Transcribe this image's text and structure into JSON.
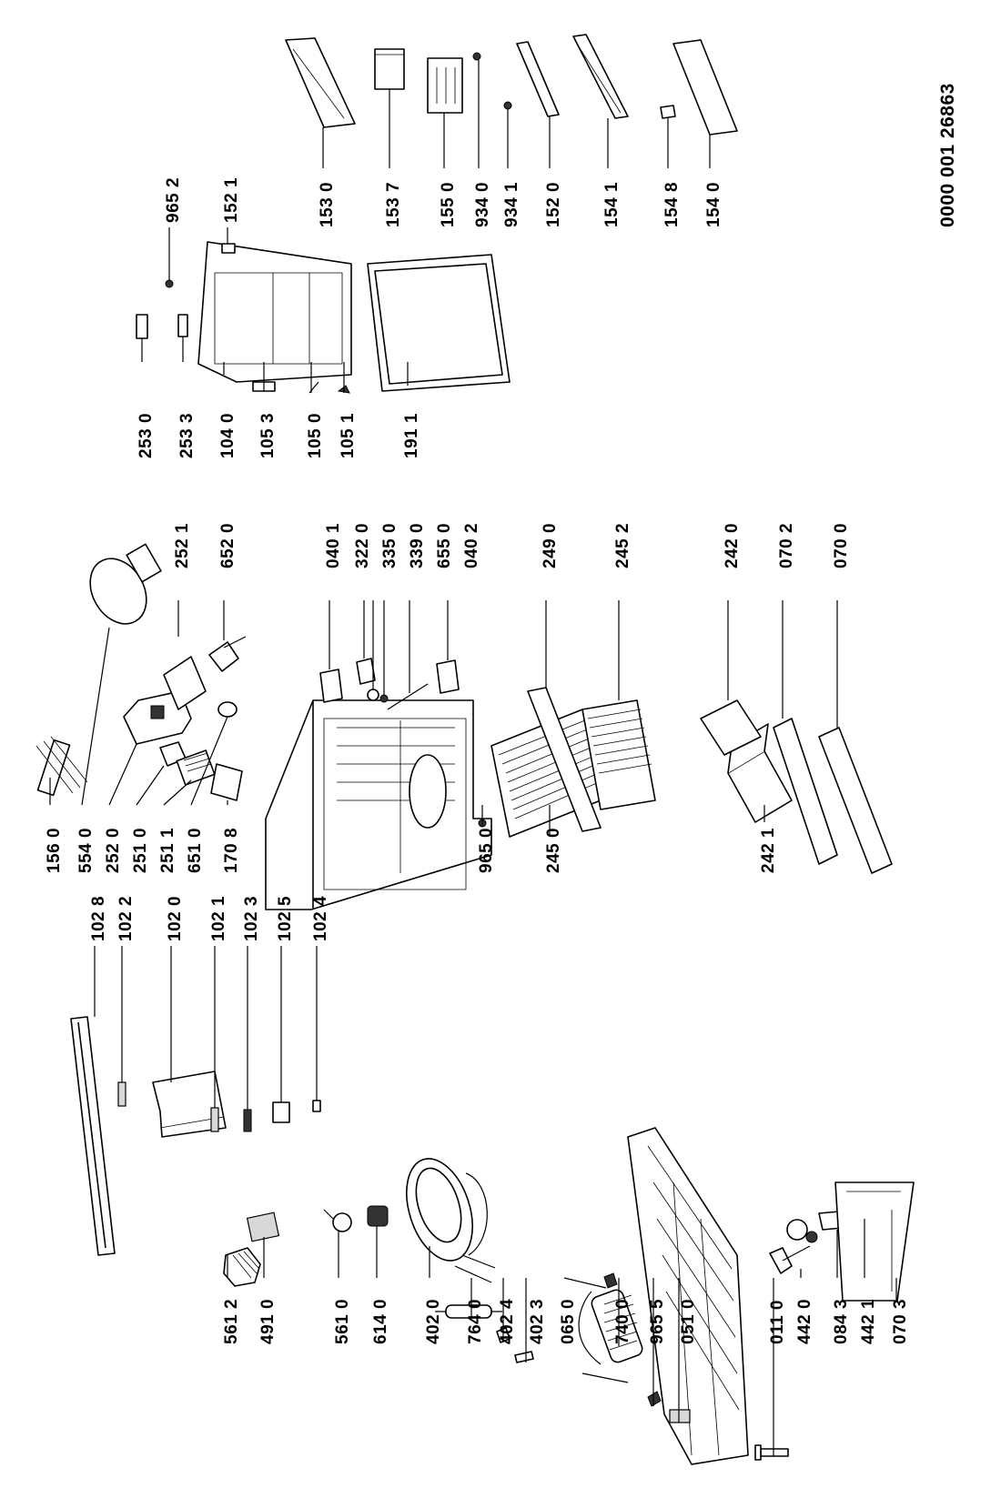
{
  "document_number": "0000 001 26863",
  "parts": [
    {
      "id": "p5612",
      "code": "561 2"
    },
    {
      "id": "p4910",
      "code": "491 0"
    },
    {
      "id": "p5610",
      "code": "561 0"
    },
    {
      "id": "p6140",
      "code": "614 0"
    },
    {
      "id": "p4020",
      "code": "402 0"
    },
    {
      "id": "p7640",
      "code": "764 0"
    },
    {
      "id": "p4024",
      "code": "402 4"
    },
    {
      "id": "p4023",
      "code": "402 3"
    },
    {
      "id": "p0650",
      "code": "065 0"
    },
    {
      "id": "p7400",
      "code": "740 0"
    },
    {
      "id": "p9655",
      "code": "965 5"
    },
    {
      "id": "p0510",
      "code": "051 0"
    },
    {
      "id": "p0110",
      "code": "011 0"
    },
    {
      "id": "p4420",
      "code": "442 0"
    },
    {
      "id": "p0843",
      "code": "084 3"
    },
    {
      "id": "p4421",
      "code": "442 1"
    },
    {
      "id": "p0703",
      "code": "070 3"
    },
    {
      "id": "p1028",
      "code": "102 8"
    },
    {
      "id": "p1022",
      "code": "102 2"
    },
    {
      "id": "p1020",
      "code": "102 0"
    },
    {
      "id": "p1021",
      "code": "102 1"
    },
    {
      "id": "p1023",
      "code": "102 3"
    },
    {
      "id": "p1025",
      "code": "102 5"
    },
    {
      "id": "p1024",
      "code": "102 4"
    },
    {
      "id": "p1560",
      "code": "156 0"
    },
    {
      "id": "p5540",
      "code": "554 0"
    },
    {
      "id": "p2520",
      "code": "252 0"
    },
    {
      "id": "p2510",
      "code": "251 0"
    },
    {
      "id": "p2511",
      "code": "251 1"
    },
    {
      "id": "p6510",
      "code": "651 0"
    },
    {
      "id": "p1708",
      "code": "170 8"
    },
    {
      "id": "p9650",
      "code": "965 0"
    },
    {
      "id": "p2450",
      "code": "245 0"
    },
    {
      "id": "p2421",
      "code": "242 1"
    },
    {
      "id": "p2521",
      "code": "252 1"
    },
    {
      "id": "p6520",
      "code": "652 0"
    },
    {
      "id": "p0401",
      "code": "040 1"
    },
    {
      "id": "p3220",
      "code": "322 0"
    },
    {
      "id": "p3350",
      "code": "335 0"
    },
    {
      "id": "p3390",
      "code": "339 0"
    },
    {
      "id": "p6550",
      "code": "655 0"
    },
    {
      "id": "p0402",
      "code": "040 2"
    },
    {
      "id": "p2490",
      "code": "249 0"
    },
    {
      "id": "p2452",
      "code": "245 2"
    },
    {
      "id": "p2420",
      "code": "242 0"
    },
    {
      "id": "p0702",
      "code": "070 2"
    },
    {
      "id": "p0700",
      "code": "070 0"
    },
    {
      "id": "p2530",
      "code": "253 0"
    },
    {
      "id": "p2533",
      "code": "253 3"
    },
    {
      "id": "p1040",
      "code": "104 0"
    },
    {
      "id": "p1053",
      "code": "105 3"
    },
    {
      "id": "p1050",
      "code": "105 0"
    },
    {
      "id": "p1051",
      "code": "105 1"
    },
    {
      "id": "p1911",
      "code": "191 1"
    },
    {
      "id": "p9652",
      "code": "965 2"
    },
    {
      "id": "p1521",
      "code": "152 1"
    },
    {
      "id": "p1530",
      "code": "153 0"
    },
    {
      "id": "p1537",
      "code": "153 7"
    },
    {
      "id": "p1550",
      "code": "155 0"
    },
    {
      "id": "p9340",
      "code": "934 0"
    },
    {
      "id": "p9341",
      "code": "934 1"
    },
    {
      "id": "p1520",
      "code": "152 0"
    },
    {
      "id": "p1541",
      "code": "154 1"
    },
    {
      "id": "p1548",
      "code": "154 8"
    },
    {
      "id": "p1540",
      "code": "154 0"
    }
  ]
}
